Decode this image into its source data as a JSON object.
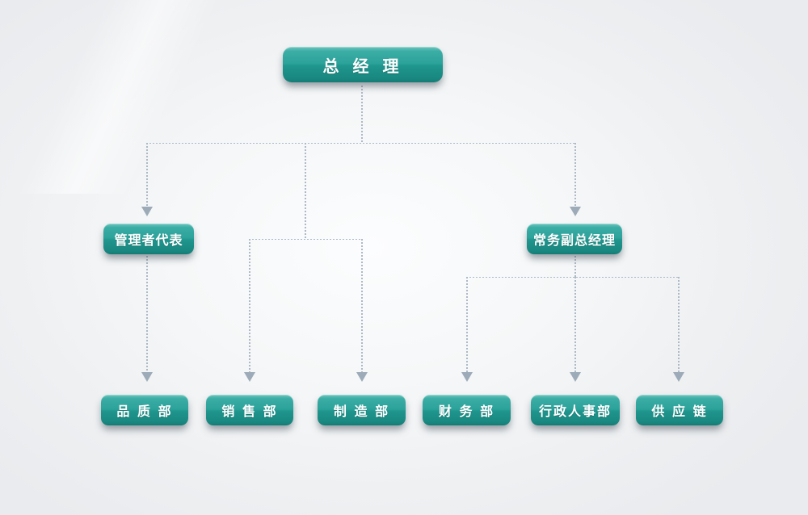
{
  "org": {
    "root": {
      "label": "总 经 理",
      "children": [
        {
          "label": "管理者代表",
          "children": [
            {
              "label": "品 质 部"
            }
          ]
        },
        {
          "label": "销 售 部"
        },
        {
          "label": "制 造 部"
        },
        {
          "label": "常务副总经理",
          "children": [
            {
              "label": "财 务 部"
            },
            {
              "label": "行政人事部"
            },
            {
              "label": "供 应 链"
            }
          ]
        }
      ]
    }
  },
  "colors": {
    "node_teal": "#2ba29a",
    "node_teal_highlight": "#6cc6be",
    "node_teal_dark": "#137b74",
    "node_text": "#ffffff",
    "connector_dotted": "#adb9c6",
    "arrowhead": "#9daab8",
    "background": "#eff1f3"
  }
}
